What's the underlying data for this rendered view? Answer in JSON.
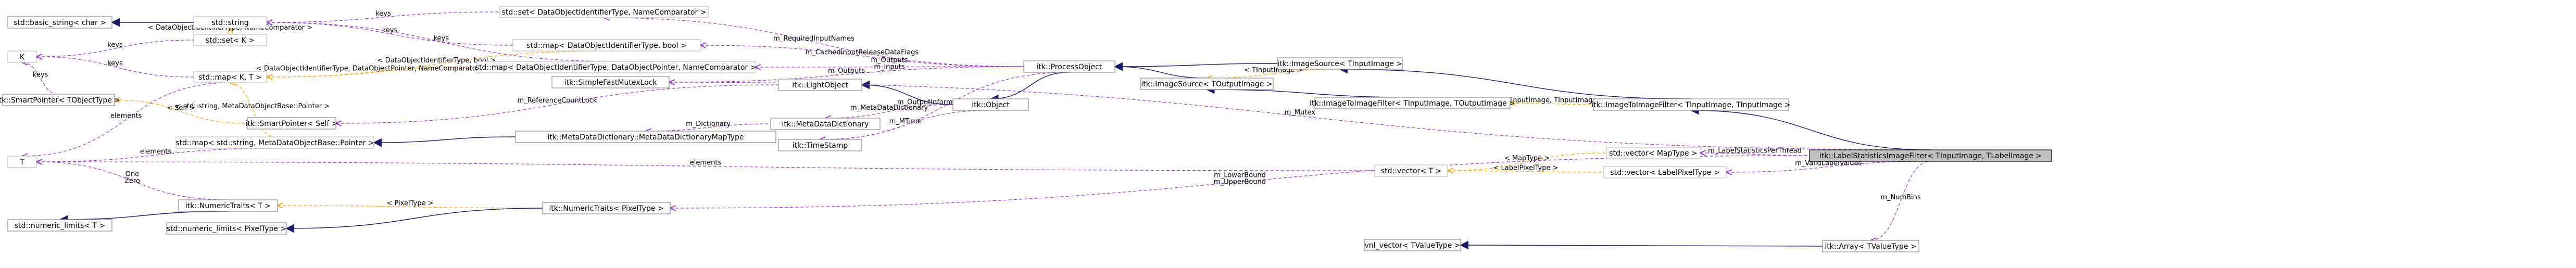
{
  "nodes": [
    {
      "id": "basic_string",
      "label": "std::basic_string< char >",
      "style": "plain"
    },
    {
      "id": "string",
      "label": "std::string",
      "style": "lightgray"
    },
    {
      "id": "set_comparator",
      "label": "std::set< DataObjectIdentifierType, NameComparator >",
      "style": "lightgray"
    },
    {
      "id": "set_K",
      "label": "std::set< K >",
      "style": "lightgray"
    },
    {
      "id": "K",
      "label": "K",
      "style": "lightgray"
    },
    {
      "id": "map_bool",
      "label": "std::map< DataObjectIdentifierType, bool >",
      "style": "lightgray"
    },
    {
      "id": "map_KT",
      "label": "std::map< K, T >",
      "style": "lightgray"
    },
    {
      "id": "map_pointer",
      "label": "std::map< DataObjectIdentifierType, DataObjectPointer, NameComparator >",
      "style": "lightgray"
    },
    {
      "id": "mutex_lock",
      "label": "itk::SimpleFastMutexLock",
      "style": "plain"
    },
    {
      "id": "smartpointer_T",
      "label": "itk::SmartPointer< TObjectType >",
      "style": "plain"
    },
    {
      "id": "smartpointer_self",
      "label": "itk::SmartPointer< Self >",
      "style": "plain"
    },
    {
      "id": "map_metadata",
      "label": "std::map< std::string, MetaDataObjectBase::Pointer >",
      "style": "lightgray"
    },
    {
      "id": "T",
      "label": "T",
      "style": "lightgray"
    },
    {
      "id": "numeric_traits_T",
      "label": "itk::NumericTraits< T >",
      "style": "plain"
    },
    {
      "id": "numeric_limits_T",
      "label": "std::numeric_limits< T >",
      "style": "plain"
    },
    {
      "id": "numeric_limits_pixel",
      "label": "std::numeric_limits< PixelType >",
      "style": "plain"
    },
    {
      "id": "numeric_traits_pixel",
      "label": "itk::NumericTraits< PixelType >",
      "style": "plain"
    },
    {
      "id": "light_object",
      "label": "itk::LightObject",
      "style": "plain"
    },
    {
      "id": "metadata_dictionary",
      "label": "itk::MetaDataDictionary",
      "style": "plain"
    },
    {
      "id": "metadata_dictionary_map",
      "label": "itk::MetaDataDictionary::MetaDataDictionaryMapType",
      "style": "plain"
    },
    {
      "id": "timestamp",
      "label": "itk::TimeStamp",
      "style": "plain"
    },
    {
      "id": "object",
      "label": "itk::Object",
      "style": "plain"
    },
    {
      "id": "process_object",
      "label": "itk::ProcessObject",
      "style": "plain"
    },
    {
      "id": "image_source_output",
      "label": "itk::ImageSource< TOutputImage >",
      "style": "plain"
    },
    {
      "id": "image_source_input",
      "label": "itk::ImageSource< TInputImage >",
      "style": "plain"
    },
    {
      "id": "image_to_image_filter_to",
      "label": "itk::ImageToImageFilter< TInputImage, TOutputImage >",
      "style": "plain"
    },
    {
      "id": "image_to_image_filter_ti",
      "label": "itk::ImageToImageFilter< TInputImage, TInputImage >",
      "style": "plain"
    },
    {
      "id": "vector_T",
      "label": "std::vector< T >",
      "style": "lightgray"
    },
    {
      "id": "vector_maptype",
      "label": "std::vector< MapType >",
      "style": "lightgray"
    },
    {
      "id": "vector_labelpixel",
      "label": "std::vector< LabelPixelType >",
      "style": "lightgray"
    },
    {
      "id": "vnl_vector",
      "label": "vnl_vector< TValueType >",
      "style": "plain"
    },
    {
      "id": "itk_array",
      "label": "itk::Array< TValueType >",
      "style": "plain"
    },
    {
      "id": "label_statistics",
      "label": "itk::LabelStatisticsImageFilter< TInputImage, TLabelImage >",
      "style": "main"
    }
  ],
  "edges": [
    {
      "from": "basic_string",
      "to": "string",
      "kind": "inherit",
      "labels": []
    },
    {
      "from": "string",
      "to": "set_comparator",
      "kind": "use",
      "labels": [
        "keys"
      ]
    },
    {
      "from": "string",
      "to": "map_bool",
      "kind": "use",
      "labels": [
        "keys"
      ]
    },
    {
      "from": "string",
      "to": "map_pointer",
      "kind": "use",
      "labels": [
        "keys"
      ]
    },
    {
      "from": "string",
      "to": "set_K",
      "kind": "tmpl",
      "labels": [
        "< DataObjectIdentifierType, NameComparator >"
      ]
    },
    {
      "from": "K",
      "to": "set_K",
      "kind": "use",
      "labels": [
        "keys"
      ]
    },
    {
      "from": "K",
      "to": "map_KT",
      "kind": "use",
      "labels": [
        "keys"
      ]
    },
    {
      "from": "map_KT",
      "to": "map_bool",
      "kind": "tmpl",
      "labels": [
        "< DataObjectIdentifierType, bool >"
      ]
    },
    {
      "from": "map_KT",
      "to": "map_pointer",
      "kind": "tmpl",
      "labels": [
        "< DataObjectIdentifierType, DataObjectPointer, NameComparator >"
      ]
    },
    {
      "from": "map_KT",
      "to": "map_metadata",
      "kind": "tmpl",
      "labels": [
        "< std::string, MetaDataObjectBase::Pointer >"
      ]
    },
    {
      "from": "smartpointer_T",
      "to": "smartpointer_self",
      "kind": "tmpl",
      "labels": [
        "< Self >"
      ]
    },
    {
      "from": "T",
      "to": "map_KT",
      "kind": "use",
      "labels": [
        "elements"
      ]
    },
    {
      "from": "T",
      "to": "map_metadata",
      "kind": "use",
      "labels": [
        "elements"
      ]
    },
    {
      "from": "T",
      "to": "vector_T",
      "kind": "use",
      "labels": [
        "elements"
      ]
    },
    {
      "from": "T",
      "to": "numeric_traits_T",
      "kind": "use",
      "labels": [
        "One",
        "Zero"
      ]
    },
    {
      "from": "K",
      "to": "smartpointer_T",
      "kind": "use",
      "labels": [
        "keys"
      ]
    },
    {
      "from": "numeric_limits_T",
      "to": "numeric_traits_T",
      "kind": "inherit",
      "labels": []
    },
    {
      "from": "numeric_traits_T",
      "to": "numeric_traits_pixel",
      "kind": "tmpl",
      "labels": [
        "< PixelType >"
      ]
    },
    {
      "from": "numeric_limits_pixel",
      "to": "numeric_traits_pixel",
      "kind": "inherit",
      "labels": []
    },
    {
      "from": "smartpointer_self",
      "to": "light_object",
      "kind": "use",
      "labels": [
        "m_ReferenceCountLock"
      ]
    },
    {
      "from": "map_metadata",
      "to": "metadata_dictionary_map",
      "kind": "inherit",
      "labels": []
    },
    {
      "from": "metadata_dictionary_map",
      "to": "metadata_dictionary",
      "kind": "use",
      "labels": [
        "m_Dictionary"
      ]
    },
    {
      "from": "light_object",
      "to": "object",
      "kind": "inherit",
      "labels": []
    },
    {
      "from": "metadata_dictionary",
      "to": "object",
      "kind": "use",
      "labels": [
        "m_MetaDataDictionary"
      ]
    },
    {
      "from": "timestamp",
      "to": "object",
      "kind": "use",
      "labels": [
        "m_MTime"
      ]
    },
    {
      "from": "object",
      "to": "process_object",
      "kind": "inherit",
      "labels": []
    },
    {
      "from": "set_comparator",
      "to": "process_object",
      "kind": "use",
      "labels": [
        "m_RequiredInputNames"
      ]
    },
    {
      "from": "map_bool",
      "to": "process_object",
      "kind": "use",
      "labels": [
        "m_CachedInputReleaseDataFlags"
      ]
    },
    {
      "from": "map_pointer",
      "to": "process_object",
      "kind": "use",
      "labels": [
        "m_Outputs",
        "m_Inputs"
      ]
    },
    {
      "from": "mutex_lock",
      "to": "process_object",
      "kind": "use",
      "labels": [
        "m_Outputs"
      ]
    },
    {
      "from": "timestamp",
      "to": "process_object",
      "kind": "use",
      "labels": [
        "m_OutputInformationMTime"
      ]
    },
    {
      "from": "process_object",
      "to": "image_source_output",
      "kind": "inherit",
      "labels": []
    },
    {
      "from": "process_object",
      "to": "image_source_input",
      "kind": "inherit",
      "labels": []
    },
    {
      "from": "image_source_output",
      "to": "image_to_image_filter_to",
      "kind": "inherit",
      "labels": []
    },
    {
      "from": "image_source_output",
      "to": "image_source_input",
      "kind": "tmpl",
      "labels": [
        "< TInputImage >"
      ]
    },
    {
      "from": "image_source_input",
      "to": "image_to_image_filter_ti",
      "kind": "inherit",
      "labels": []
    },
    {
      "from": "image_to_image_filter_to",
      "to": "image_to_image_filter_ti",
      "kind": "tmpl",
      "labels": [
        "< TInputImage, TInputImage >"
      ]
    },
    {
      "from": "image_to_image_filter_ti",
      "to": "label_statistics",
      "kind": "inherit",
      "labels": []
    },
    {
      "from": "vector_T",
      "to": "vector_maptype",
      "kind": "tmpl",
      "labels": [
        "< MapType >"
      ]
    },
    {
      "from": "vector_T",
      "to": "vector_labelpixel",
      "kind": "tmpl",
      "labels": [
        "< LabelPixelType >"
      ]
    },
    {
      "from": "vector_maptype",
      "to": "label_statistics",
      "kind": "use",
      "labels": [
        "m_LabelStatisticsPerThread"
      ]
    },
    {
      "from": "vector_labelpixel",
      "to": "label_statistics",
      "kind": "use",
      "labels": [
        "m_ValidLabelValues"
      ]
    },
    {
      "from": "numeric_traits_pixel",
      "to": "label_statistics",
      "kind": "use",
      "labels": [
        "m_LowerBound",
        "m_UpperBound"
      ]
    },
    {
      "from": "vnl_vector",
      "to": "itk_array",
      "kind": "inherit",
      "labels": []
    },
    {
      "from": "itk_array",
      "to": "label_statistics",
      "kind": "use",
      "labels": [
        "m_NumBins"
      ]
    },
    {
      "from": "mutex_lock",
      "to": "label_statistics",
      "kind": "use",
      "labels": [
        "m_Mutex"
      ]
    }
  ],
  "colors": {
    "inherit": "#191970",
    "use": "#9a32cd",
    "tmpl": "#ffa500",
    "main_fill": "#bfbfbf",
    "node_border": "#8c8c8c",
    "lightgray_border": "#bfbfbf"
  }
}
